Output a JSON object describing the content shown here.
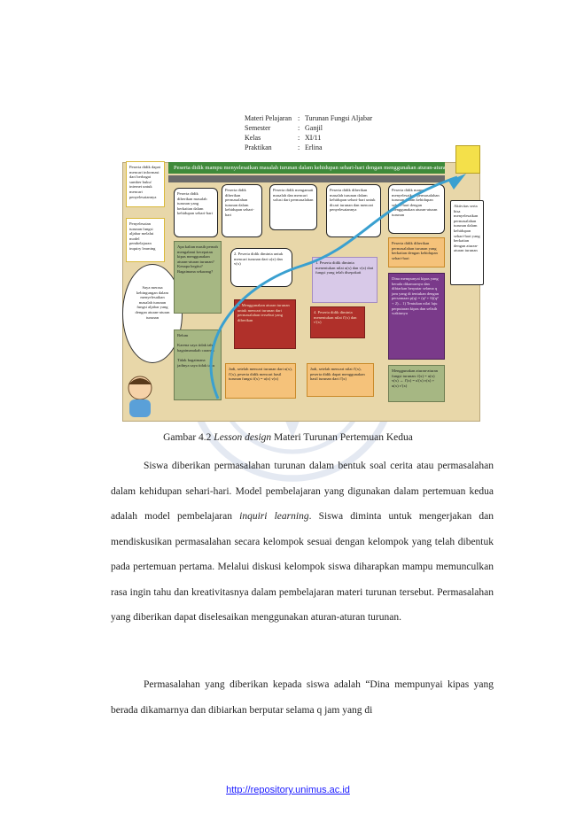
{
  "figure": {
    "meta": [
      {
        "key": "Materi Pelajaran",
        "value": "Turunan Fungsi Aljabar"
      },
      {
        "key": "Semester",
        "value": "Ganjil"
      },
      {
        "key": "Kelas",
        "value": "XI/11"
      },
      {
        "key": "Praktikan",
        "value": "Erlina"
      }
    ],
    "banner": "Peserta didik mampu menyelesaikan masalah turunan dalam kehidupan sehari-hari dengan menggunakan aturan-aturan turunan",
    "left_notes": [
      "Peserta didik dapat mencari informasi dari berbagai sumber buku/ internet untuk mencari penyelesaiannya",
      "Penyelesaian turunan fungsi aljabar melalui model pembelajaran inquiry learning"
    ],
    "thought": "Saya merasa kebingungan dalam menyelesaikan masalah turunan fungsi aljabar yang dengan aturan-aturan turunan",
    "top_boxes": [
      "Peserta didik diberikan masalah turunan yang berkaitan dalam kehidupan sehari-hari",
      "Peserta didik diberikan permasalahan turunan dalam kehidupan sehari-hari",
      "Peserta didik mengamati masalah dan mencari solusi dari permasalahan",
      "Peserta didik diberikan masalah turunan dalam kehidupan sehari-hari untuk dicari turunan dan mencari penyelesaiannya",
      "Peserta didik mampu menyelesaikan permasalahan turunan dalam kehidupan sehari-hari dengan menggunakan aturan-aturan turunan"
    ],
    "question": "Apa kalian masih pernah mengalami kecepatan kipas menggunakan aturan-aturan turunan? Kenapa begitu? Bagaimana sekarang?",
    "step2": "2. Peserta didik diminta untuk mencari turunan dari u(x) dan v(x)",
    "step1": "1. Peserta didik diminta menentukan nilai u(x) dan v(x) dari fungsi yang telah disepakati",
    "red1": "3. Menggunakan aturan turunan untuk mencari turunan dari permasalahan tersebut yang diberikan",
    "red2": "4. Peserta didik diminta menentukan nilai f'(x) dan v'(x)",
    "orange1": "Jadi, setelah mencari turunan dari u(x), f'(x), peserta didik mencari hasil turunan fungsi f(x) = u(x) v(x)",
    "orange2": "Jadi, setelah mencari nilai f'(x), peserta didik dapat menggunakan hasil turunan dari f'(x)",
    "green_left": [
      "Belum",
      "Karena saya tidak tahu bagaimanakah caranya",
      "Tidak bagaimana jadinya saya tidak tahu"
    ],
    "right_col_top": "Peserta didik diberikan permasalahan turunan yang berkaitan dengan kehidupan sehari-hari",
    "purple": "Dina mempunyai kipas yang berada dikamarnya dan dibiarkan berputar selama q jam yang di tentukan dengan persamaan p(q) = (q² + 6)(q² + 2)... 1) Tentukan nilai laju perputaran kipas dan selisih waktunya",
    "formula_box": "Menggunakan aturan-aturan fungsi turunan: f(x) = u(x) v(x) → f'(x) = u'(x) v(x) + u(x) v'(x)",
    "right_note": "Aktivitas serta bisa menyelesaikan permasalahan turunan dalam kehidupan sehari-hari yang berkaitan dengan aturan-aturan turunan"
  },
  "caption": {
    "prefix": "Gambar 4.2 ",
    "italic": "Lesson design",
    "suffix": " Materi Turunan Pertemuan Kedua"
  },
  "p1": {
    "a": "Siswa diberikan  permasalahan turunan dalam bentuk soal cerita atau permasalahan dalam kehidupan sehari-hari. Model pembelajaran yang digunakan dalam pertemuan kedua adalah model pembelajaran  ",
    "italic": "inquiri learning",
    "b": ". Siswa diminta untuk mengerjakan dan mendiskusikan permasalahan secara kelompok sesuai dengan kelompok yang telah dibentuk pada pertemuan pertama. Melalui diskusi kelompok siswa diharapkan mampu memunculkan rasa ingin tahu dan kreativitasnya dalam pembelajaran materi turunan tersebut. Permasalahan yang diberikan  dapat diselesaikan menggunakan aturan-aturan turunan."
  },
  "p2": "Permasalahan yang diberikan kepada siswa adalah “Dina mempunyai kipas yang berada dikamarnya dan dibiarkan berputar selama q jam yang di",
  "footer": "http://repository.unimus.ac.id"
}
